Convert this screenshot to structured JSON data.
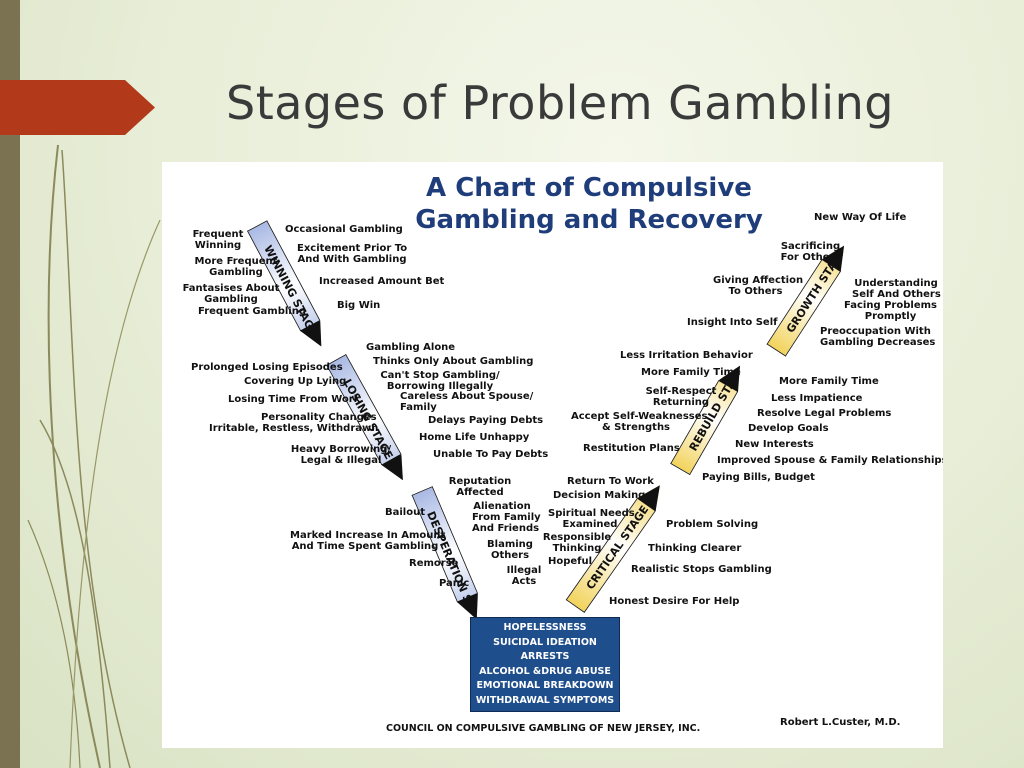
{
  "slide": {
    "title": "Stages of Problem Gambling"
  },
  "chart": {
    "title_line1": "A Chart of Compulsive",
    "title_line2": "Gambling and Recovery",
    "stages": {
      "winning": "WINNING STAGE",
      "losing": "LOSING STAGE",
      "desperation": "DESPERATION STAGE",
      "critical": "CRITICAL STAGE",
      "rebuild": "REBUILD STAGE",
      "growth": "GROWTH STAGE"
    },
    "winning_left": [
      "Frequent",
      "Winning",
      "More Frequent",
      "Gambling",
      "Fantasises About",
      "Gambling",
      "Frequent Gambling"
    ],
    "winning_right": [
      "Occasional Gambling",
      "Excitement Prior To",
      "And With Gambling",
      "Increased Amount Bet",
      "Big Win"
    ],
    "losing_left": [
      "Prolonged Losing Episodes",
      "Covering Up Lying",
      "Losing Time From Work",
      "Personality Changes",
      "Irritable, Restless, Withdrawn",
      "Heavy Borrowing/",
      "Legal & Illegal"
    ],
    "losing_right": [
      "Gambling Alone",
      "Thinks Only About Gambling",
      "Can't Stop Gambling/",
      "Borrowing Illegally",
      "Careless About Spouse/",
      "Family",
      "Delays Paying Debts",
      "Home Life Unhappy",
      "Unable To Pay Debts"
    ],
    "desperation_left": [
      "Bailout",
      "Marked Increase In Amount",
      "And Time Spent Gambling",
      "Remorse",
      "Panic"
    ],
    "desperation_right": [
      "Reputation",
      "Affected",
      "Alienation",
      "From Family",
      "And Friends",
      "Blaming",
      "Others",
      "Illegal",
      "Acts"
    ],
    "critical_left": [
      "Return To Work",
      "Decision Making",
      "Spiritual Needs",
      "Examined",
      "Responsible",
      "Thinking",
      "Hopeful"
    ],
    "critical_right": [
      "Problem Solving",
      "Thinking Clearer",
      "Realistic Stops Gambling",
      "Honest Desire For Help"
    ],
    "rebuild_left": [
      "Less Irritation Behavior",
      "More Family Time",
      "Self-Respect",
      "Returning",
      "Accept Self-Weaknesses",
      "& Strengths",
      "Restitution Plans"
    ],
    "rebuild_right": [
      "More Family Time",
      "Less Impatience",
      "Resolve Legal Problems",
      "Develop Goals",
      "New Interests",
      "Improved Spouse & Family Relationships",
      "Paying Bills, Budget"
    ],
    "growth_left": [
      "Sacrificing",
      "For Others",
      "Giving Affection",
      "To Others",
      "Insight Into Self"
    ],
    "growth_right": [
      "New Way Of Life",
      "Understanding",
      "Self And Others",
      "Facing Problems",
      "Promptly",
      "Preoccupation With",
      "Gambling Decreases"
    ],
    "bottom_box": [
      "HOPELESSNESS",
      "SUICIDAL IDEATION",
      "ARRESTS",
      "ALCOHOL &DRUG ABUSE",
      "EMOTIONAL BREAKDOWN",
      "WITHDRAWAL SYMPTOMS"
    ],
    "footer_left": "COUNCIL ON COMPULSIVE GAMBLING OF NEW JERSEY, INC.",
    "footer_right": "Robert L.Custer, M.D."
  },
  "colors": {
    "left_bar": "#7a7250",
    "title_arrow": "#b23a1a",
    "descending_arrows": "#a9b9e4",
    "ascending_arrows": "#f2d35c",
    "bottom_box": "#1f4e8c",
    "chart_title": "#1f3d7a"
  }
}
